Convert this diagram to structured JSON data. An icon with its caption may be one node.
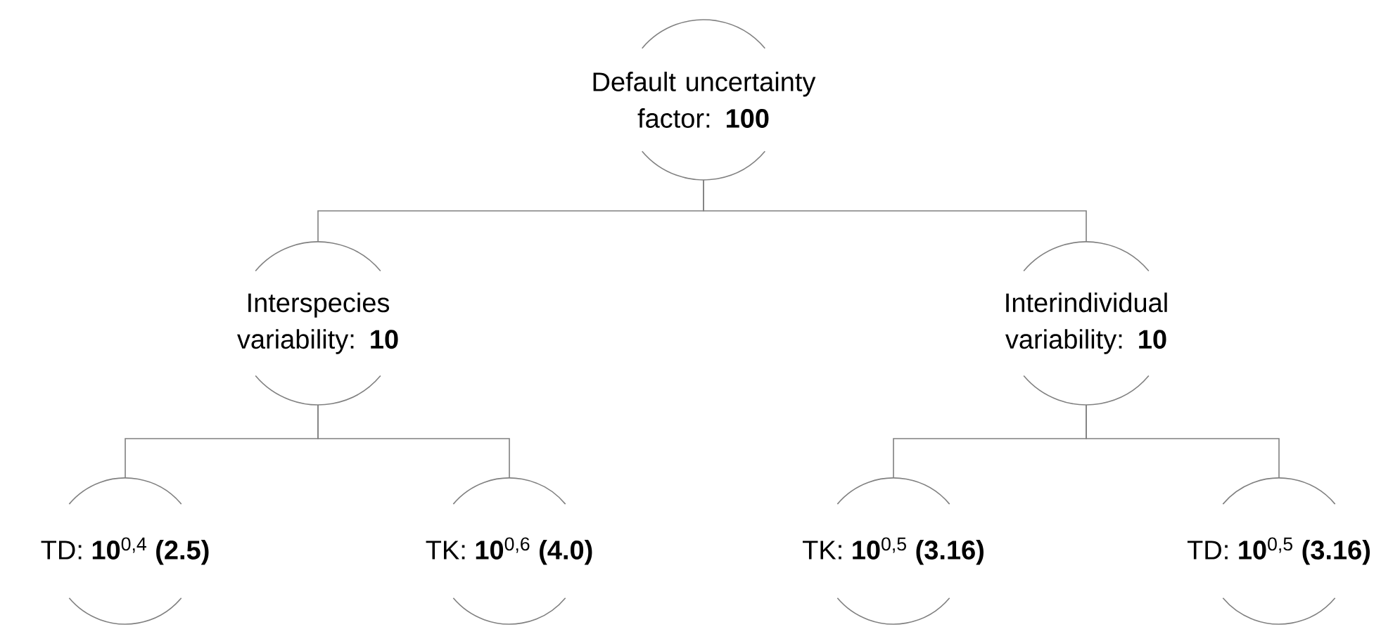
{
  "diagram": {
    "nodes": [
      {
        "text": [
          "Default uncertainty factor: **100**"
        ]
      },
      {
        "text": [
          "Interspecies variability: **10**"
        ]
      },
      {
        "text": [
          "Interindividual variability: **10**"
        ]
      },
      {
        "text": [
          "TD: **10**$^{0,4}$ **(2.5)**"
        ]
      },
      {
        "text": [
          "TK: **10**$^{0,6}$ **(4.0)**"
        ]
      },
      {
        "text": [
          "TK: **10**$^{0,5}$ **(3.16)**"
        ]
      },
      {
        "text": [
          "TD: **10**$^{0,5}$ **(3.16)**"
        ]
      }
    ],
    "edges": [
      {
        "from": 0,
        "to": 1,
        "arrow": "none"
      },
      {
        "from": 0,
        "to": 2,
        "arrow": "none"
      },
      {
        "from": 1,
        "to": 3,
        "arrow": "none"
      },
      {
        "from": 1,
        "to": 4,
        "arrow": "none"
      },
      {
        "from": 2,
        "to": 5,
        "arrow": "none"
      },
      {
        "from": 2,
        "to": 6,
        "arrow": "none"
      }
    ]
  }
}
